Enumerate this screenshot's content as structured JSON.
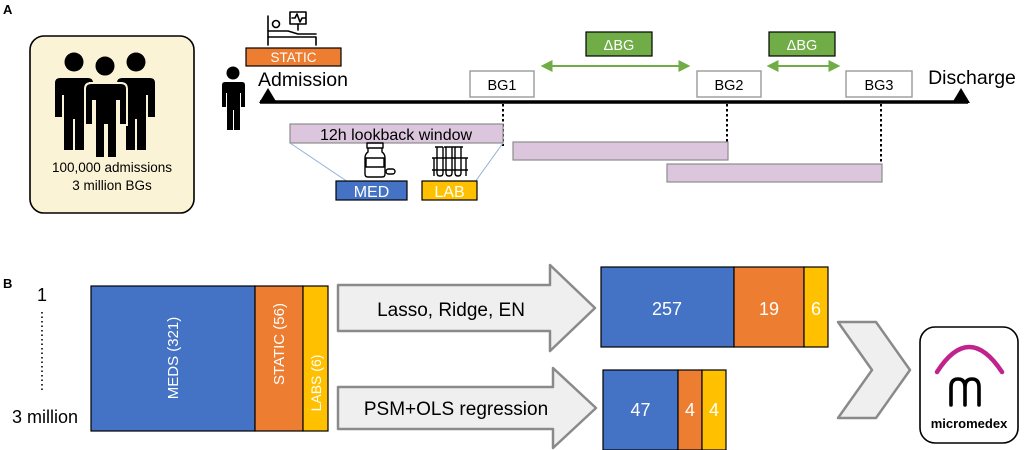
{
  "panel_a": {
    "label": "A",
    "population": {
      "line1": "100,000 admissions",
      "line2": "3 million BGs"
    },
    "static_label": "STATIC",
    "admission_label": "Admission",
    "discharge_label": "Discharge",
    "bg_labels": [
      "BG1",
      "BG2",
      "BG3"
    ],
    "delta_labels": [
      "ΔBG",
      "ΔBG"
    ],
    "lookback_label": "12h lookback window",
    "med_label": "MED",
    "lab_label": "LAB"
  },
  "panel_b": {
    "label": "B",
    "row_top": "1",
    "row_bottom": "3 million",
    "stack_labels": {
      "meds": "MEDS (321)",
      "static": "STATIC (56)",
      "labs": "LABS (6)"
    },
    "arrow_top": "Lasso, Ridge, EN",
    "arrow_bottom": "PSM+OLS regression",
    "result_top": [
      "257",
      "19",
      "6"
    ],
    "result_bottom": [
      "47",
      "4",
      "4"
    ],
    "logo_text": "micromedex"
  },
  "colors": {
    "meds": "#4472c4",
    "static": "#ed7d31",
    "labs": "#ffc000",
    "delta": "#70ad47",
    "lookback": "#dcc6de",
    "population_bg": "#fbf3d5"
  },
  "icons": [
    "people-icon",
    "person-icon",
    "hospital-bed-icon",
    "medicine-bottle-icon",
    "test-tubes-icon",
    "chevron-right-icon",
    "micromedex-logo"
  ]
}
